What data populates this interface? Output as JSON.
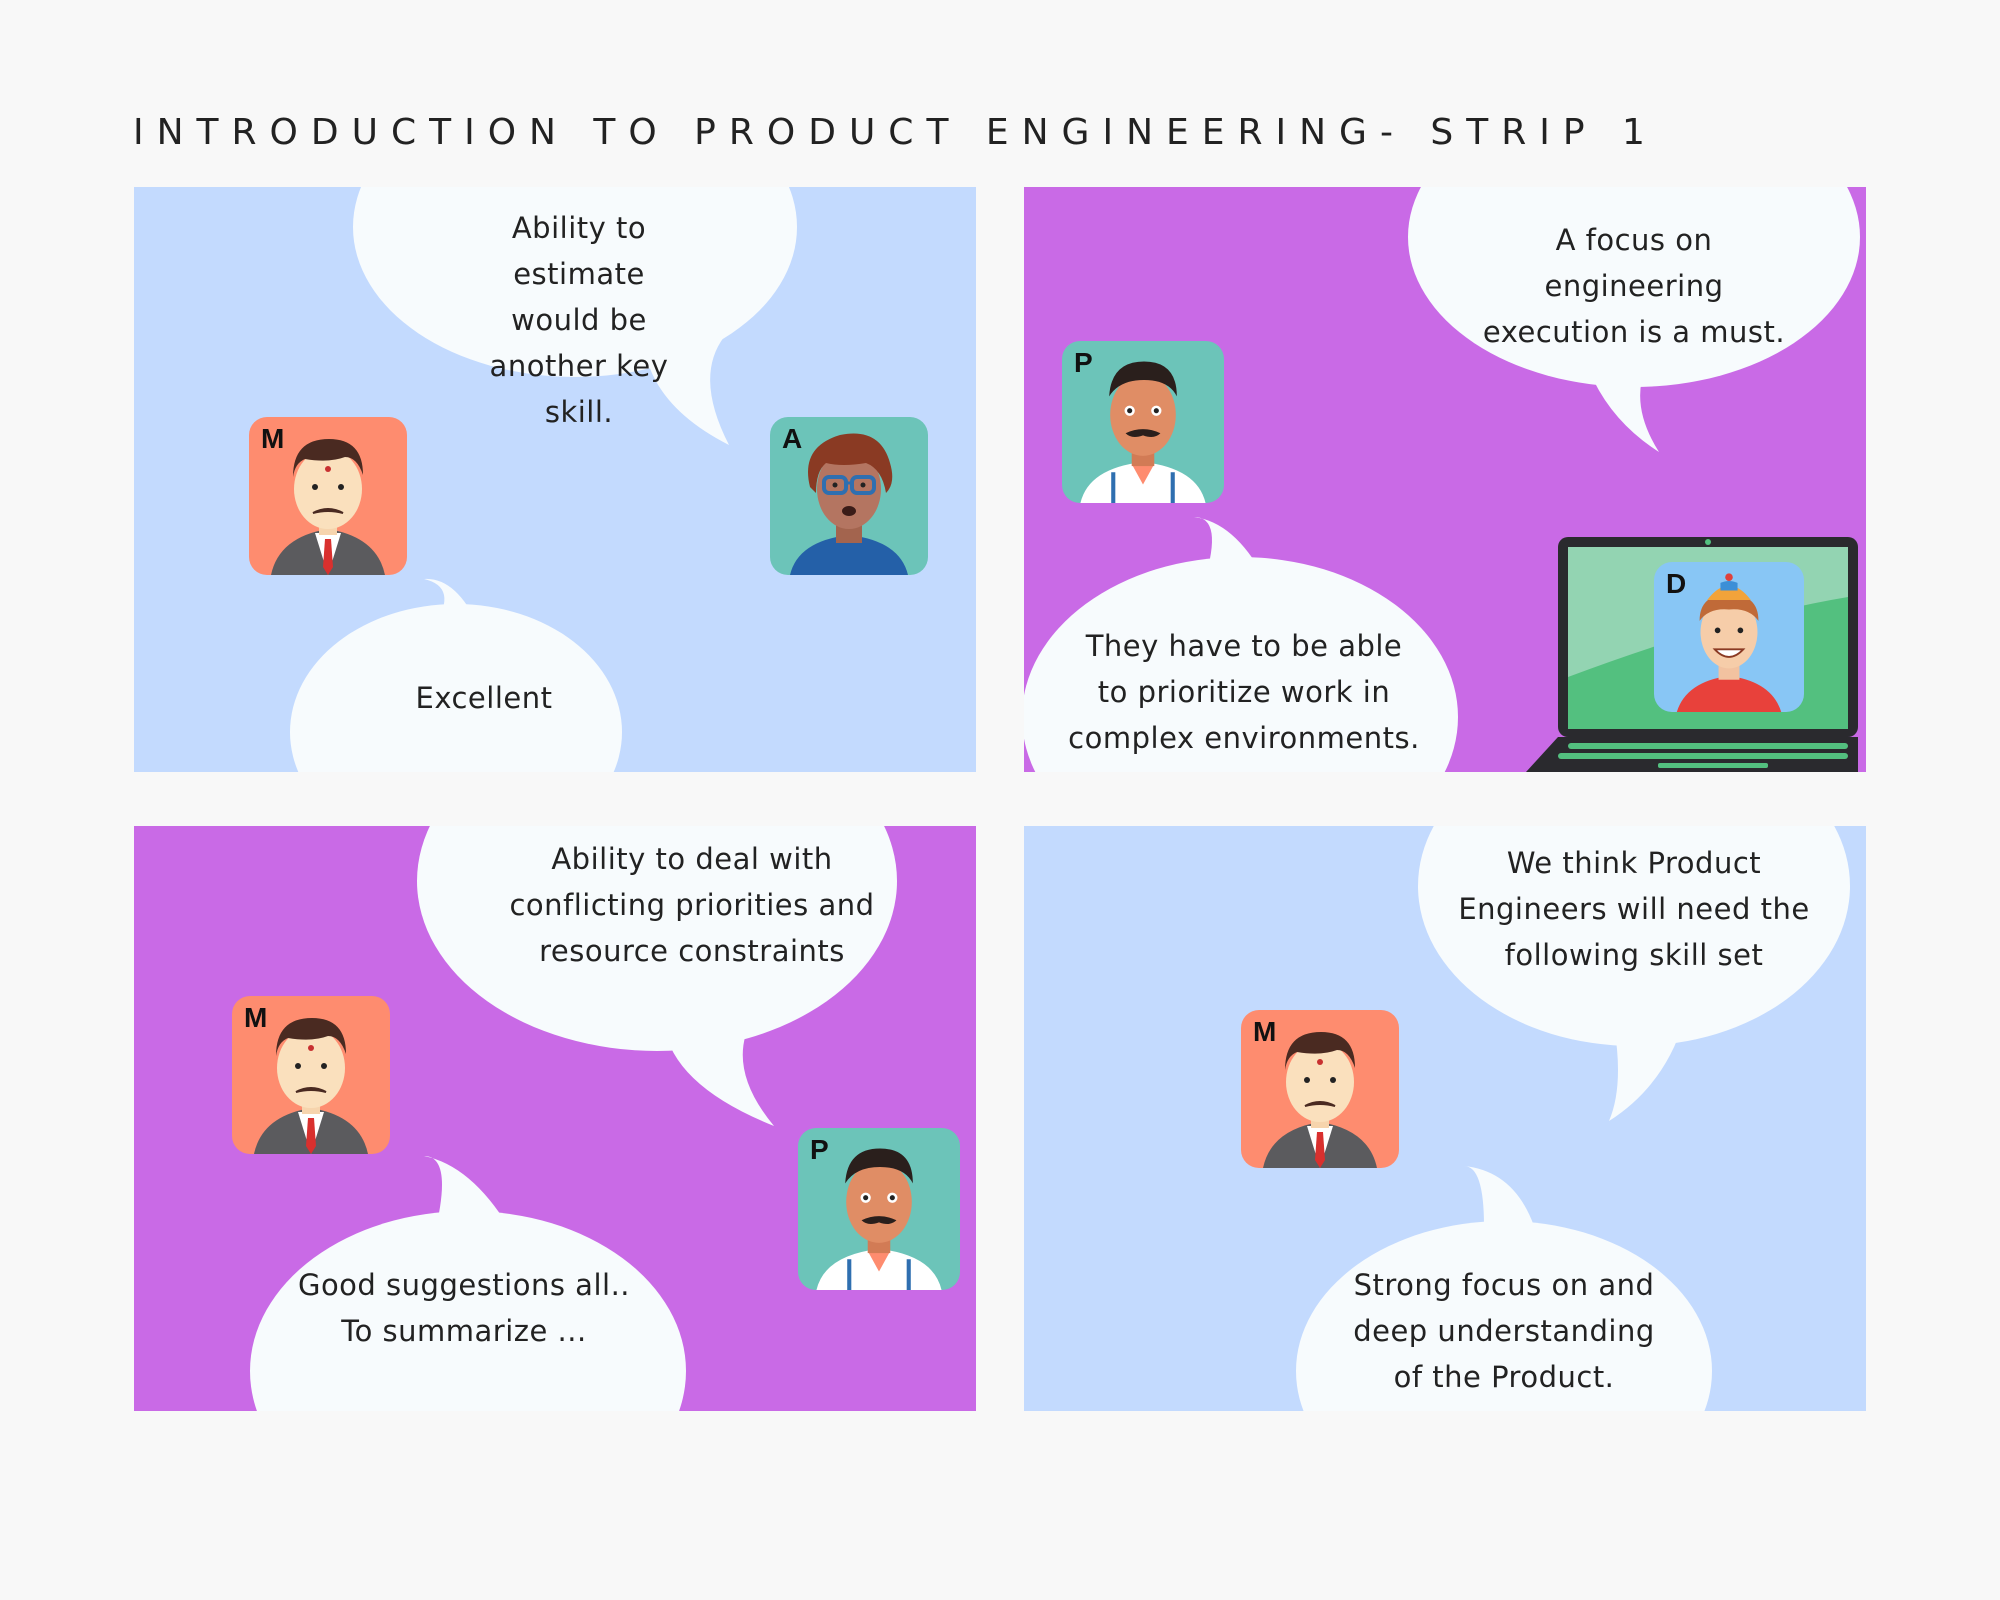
{
  "title": "INTRODUCTION TO PRODUCT ENGINEERING- STRIP 1",
  "colors": {
    "light_blue_panel": "#c3dafe",
    "purple_panel": "#c96ae6",
    "bubble": "#f7fbfd",
    "avatar_orange": "#fe8c6f",
    "avatar_teal": "#6cc4b9"
  },
  "panels": [
    {
      "speech_top": [
        "Ability to estimate",
        "would be another key",
        "skill."
      ],
      "speech_bottom": [
        "Excellent"
      ],
      "avatars": [
        {
          "letter": "M",
          "icon": "manager-avatar-icon"
        },
        {
          "letter": "A",
          "icon": "architect-avatar-icon"
        }
      ]
    },
    {
      "speech_top": [
        "A focus on engineering",
        "execution is a must."
      ],
      "speech_bottom": [
        "They have to be able",
        "to prioritize work in",
        "complex environments."
      ],
      "avatars": [
        {
          "letter": "P",
          "icon": "product-avatar-icon"
        },
        {
          "letter": "D",
          "icon": "developer-avatar-icon"
        }
      ]
    },
    {
      "speech_top": [
        "Ability to deal with",
        "conflicting priorities and",
        "resource constraints"
      ],
      "speech_bottom": [
        "Good suggestions all..",
        "To summarize ..."
      ],
      "avatars": [
        {
          "letter": "M",
          "icon": "manager-avatar-icon"
        },
        {
          "letter": "P",
          "icon": "product-avatar-icon"
        }
      ]
    },
    {
      "speech_top": [
        "We think Product",
        "Engineers will need the",
        "following skill set"
      ],
      "speech_bottom": [
        "Strong focus on and",
        "deep understanding",
        "of the Product."
      ],
      "avatars": [
        {
          "letter": "M",
          "icon": "manager-avatar-icon"
        }
      ]
    }
  ]
}
